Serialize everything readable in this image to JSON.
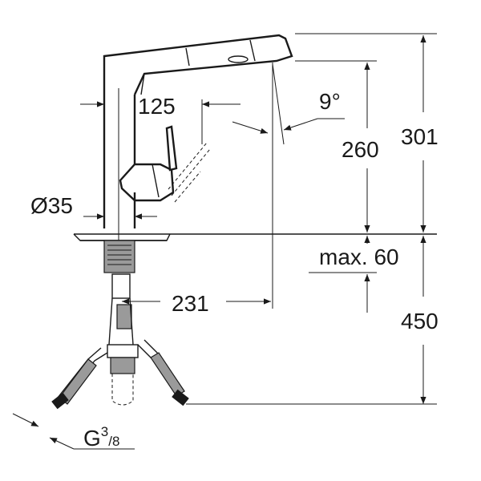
{
  "dimensions": {
    "spout_reach": "125",
    "spout_angle": "9°",
    "spout_height": "260",
    "total_height": "301",
    "base_diameter": "Ø35",
    "max_thickness": "max. 60",
    "hose_reach": "231",
    "hose_length": "450",
    "connection_main": "G",
    "connection_sup": "3",
    "connection_sub": "/8"
  },
  "colors": {
    "line": "#1a1a1a",
    "background": "#ffffff",
    "hatch_grey": "#9a9a9a"
  }
}
